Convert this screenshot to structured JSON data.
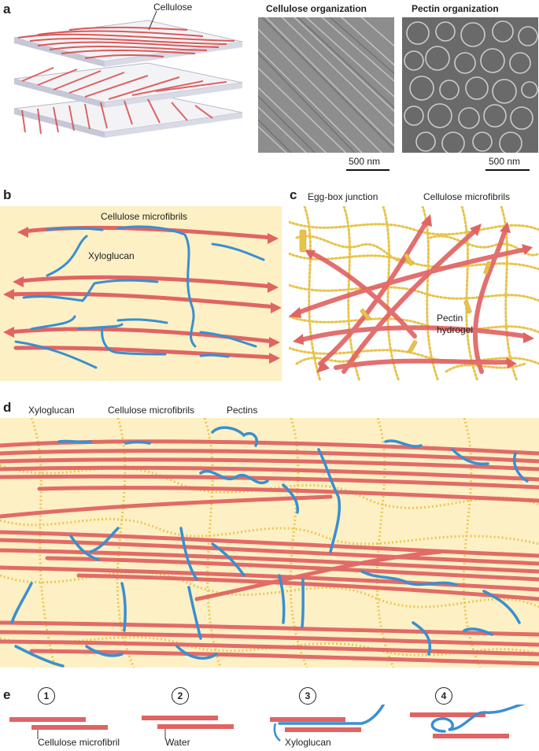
{
  "panels": {
    "a": {
      "label": "a",
      "cellulose_label": "Cellulose",
      "img1_title": "Cellulose organization",
      "img2_title": "Pectin organization",
      "scale1": "500 nm",
      "scale2": "500 nm"
    },
    "b": {
      "label": "b",
      "microfibrils_label": "Cellulose microfibrils",
      "xyloglucan_label": "Xyloglucan"
    },
    "c": {
      "label": "c",
      "eggbox_label": "Egg-box junction",
      "microfibrils_label": "Cellulose microfibrils",
      "pectin_label_1": "Pectin",
      "pectin_label_2": "hydrogel"
    },
    "d": {
      "label": "d",
      "xyloglucan_label": "Xyloglucan",
      "microfibrils_label": "Cellulose microfibrils",
      "pectins_label": "Pectins"
    },
    "e": {
      "label": "e",
      "steps": [
        {
          "num": "1",
          "caption": "Cellulose microfibril"
        },
        {
          "num": "2",
          "caption": "Water"
        },
        {
          "num": "3",
          "caption": "Xyloglucan"
        },
        {
          "num": "4",
          "caption": ""
        }
      ]
    }
  },
  "colors": {
    "cellulose": "#e06464",
    "xyloglucan": "#3a8fd0",
    "pectin": "#e8c34a",
    "background": "#fdf0c4"
  }
}
